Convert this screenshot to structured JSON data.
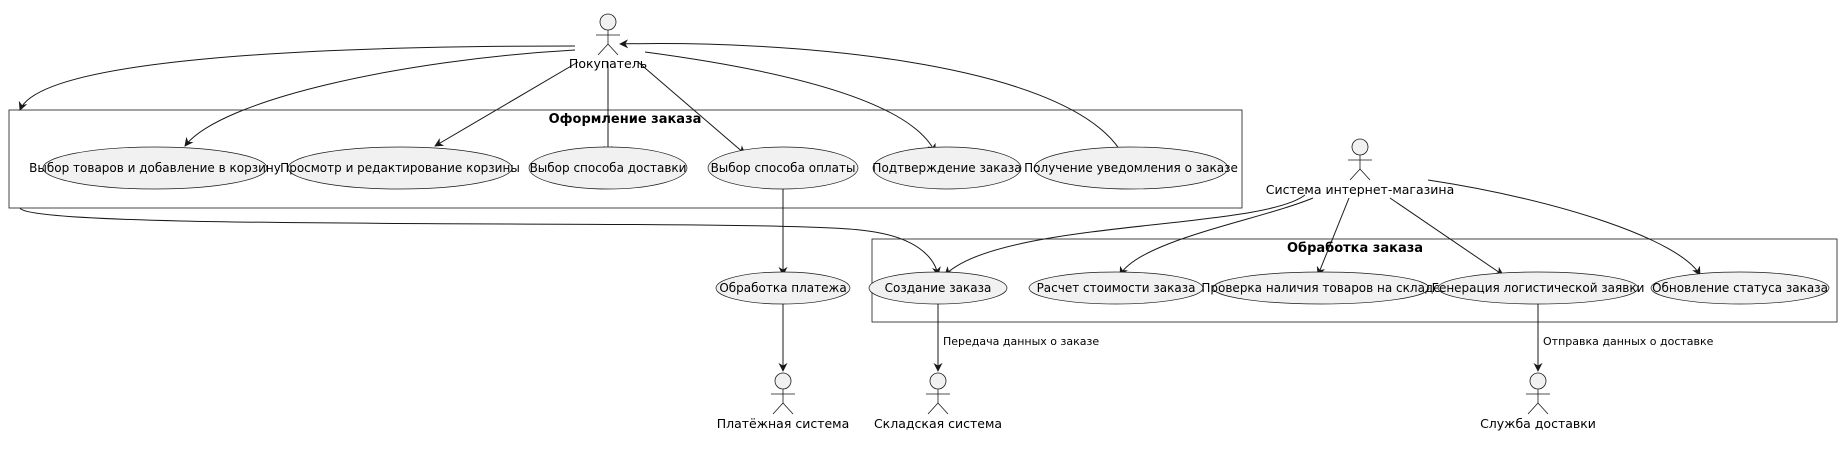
{
  "packages": {
    "checkout": {
      "title": "Оформление заказа"
    },
    "processing": {
      "title": "Обработка заказа"
    }
  },
  "actors": {
    "buyer": "Покупатель",
    "shop": "Система интернет-магазина",
    "payment": "Платёжная система",
    "warehouse": "Складская система",
    "delivery": "Служба доставки"
  },
  "usecases": {
    "select_goods": "Выбор товаров и добавление в корзину",
    "view_cart": "Просмотр и редактирование корзины",
    "delivery_method": "Выбор способа доставки",
    "payment_method": "Выбор способа оплаты",
    "confirm": "Подтверждение заказа",
    "notification": "Получение уведомления о заказе",
    "create_order": "Создание заказа",
    "calc_cost": "Расчет стоимости заказа",
    "check_stock": "Проверка наличия товаров на складе",
    "logistics": "Генерация логистической заявки",
    "update_status": "Обновление статуса заказа",
    "process_payment": "Обработка платежа"
  },
  "edge_labels": {
    "to_warehouse": "Передача данных о заказе",
    "to_delivery": "Отправка данных о доставке"
  }
}
